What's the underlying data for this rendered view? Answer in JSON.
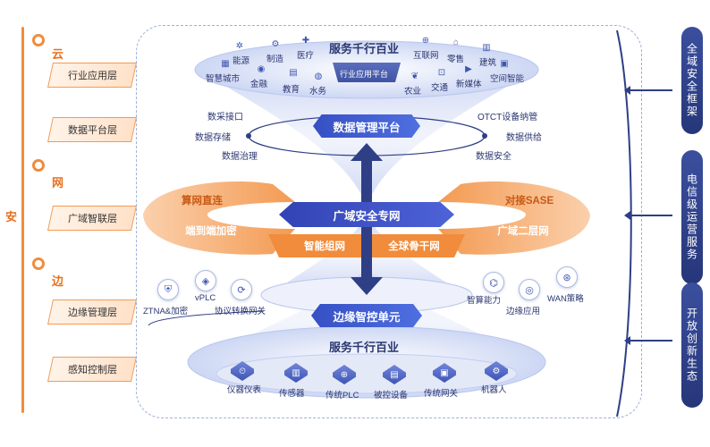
{
  "left": {
    "an": "安",
    "categories": [
      "云",
      "网",
      "边"
    ],
    "layers": [
      "行业应用层",
      "数据平台层",
      "广域智联层",
      "边缘管理层",
      "感知控制层"
    ]
  },
  "right": {
    "pills": [
      "全域安全框架",
      "电信级运营服务",
      "开放创新生态"
    ]
  },
  "top": {
    "title": "服务千行百业",
    "platform": "行业应用平台",
    "industries_left": [
      "能源",
      "制造",
      "医疗",
      "智慧城市",
      "金融",
      "教育",
      "水务"
    ],
    "industries_right": [
      "互联网",
      "零售",
      "建筑",
      "农业",
      "交通",
      "新媒体",
      "空间智能"
    ]
  },
  "data_platform": {
    "title": "数据管理平台",
    "left": [
      "数采接口",
      "数据存储",
      "数据治理"
    ],
    "right": [
      "OTCT设备纳管",
      "数据供给",
      "数据安全"
    ]
  },
  "wan": {
    "center": "广域安全专网",
    "left_top": "算网直连",
    "left_bottom": "端到端加密",
    "mid_left": "智能组网",
    "mid_right": "全球骨干网",
    "right_top": "对接SASE",
    "right_bottom": "广域二层网"
  },
  "edge": {
    "title": "边缘智控单元",
    "left": [
      "ZTNA&加密",
      "vPLC",
      "协议转换网关"
    ],
    "right": [
      "智算能力",
      "边缘应用",
      "WAN策略"
    ]
  },
  "bottom": {
    "title": "服务千行百业",
    "devices": [
      "仪器仪表",
      "传感器",
      "传统PLC",
      "被控设备",
      "传统网关",
      "机器人"
    ]
  },
  "colors": {
    "navy": "#2a3770",
    "accent": "#3650c4",
    "orange": "#f08c3c"
  }
}
